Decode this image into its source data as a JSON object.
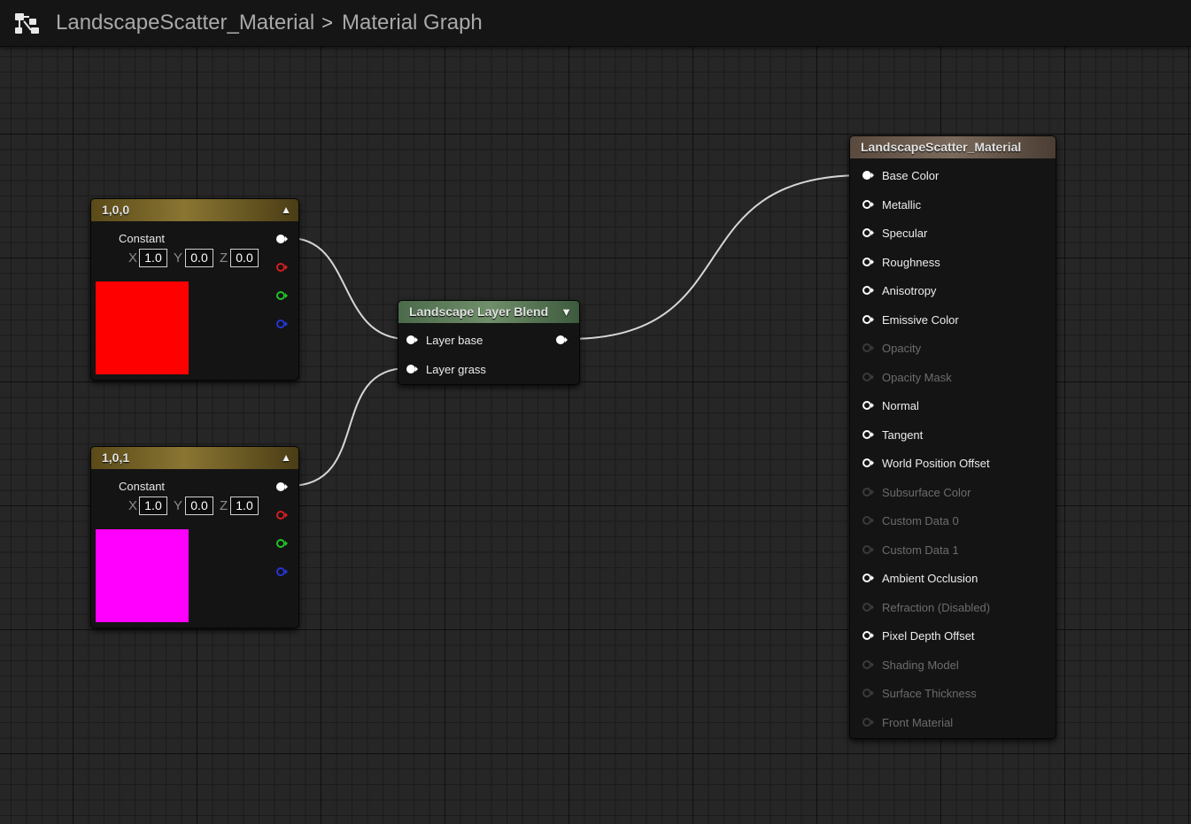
{
  "breadcrumb": {
    "material_name": "LandscapeScatter_Material",
    "graph_name": "Material Graph"
  },
  "nodes": {
    "constant_red": {
      "title": "1,0,0",
      "type_label": "Constant",
      "x": "1.0",
      "y": "0.0",
      "z": "0.0",
      "swatch_color": "#ff0000"
    },
    "constant_magenta": {
      "title": "1,0,1",
      "type_label": "Constant",
      "x": "1.0",
      "y": "0.0",
      "z": "1.0",
      "swatch_color": "#ff00ff"
    },
    "layer_blend": {
      "title": "Landscape Layer Blend",
      "inputs": [
        "Layer base",
        "Layer grass"
      ]
    },
    "material": {
      "title": "LandscapeScatter_Material",
      "inputs": [
        {
          "label": "Base Color",
          "enabled": true,
          "connected": true
        },
        {
          "label": "Metallic",
          "enabled": true,
          "connected": false
        },
        {
          "label": "Specular",
          "enabled": true,
          "connected": false
        },
        {
          "label": "Roughness",
          "enabled": true,
          "connected": false
        },
        {
          "label": "Anisotropy",
          "enabled": true,
          "connected": false
        },
        {
          "label": "Emissive Color",
          "enabled": true,
          "connected": false
        },
        {
          "label": "Opacity",
          "enabled": false,
          "connected": false
        },
        {
          "label": "Opacity Mask",
          "enabled": false,
          "connected": false
        },
        {
          "label": "Normal",
          "enabled": true,
          "connected": false
        },
        {
          "label": "Tangent",
          "enabled": true,
          "connected": false
        },
        {
          "label": "World Position Offset",
          "enabled": true,
          "connected": false
        },
        {
          "label": "Subsurface Color",
          "enabled": false,
          "connected": false
        },
        {
          "label": "Custom Data 0",
          "enabled": false,
          "connected": false
        },
        {
          "label": "Custom Data 1",
          "enabled": false,
          "connected": false
        },
        {
          "label": "Ambient Occlusion",
          "enabled": true,
          "connected": false
        },
        {
          "label": "Refraction (Disabled)",
          "enabled": false,
          "connected": false
        },
        {
          "label": "Pixel Depth Offset",
          "enabled": true,
          "connected": false
        },
        {
          "label": "Shading Model",
          "enabled": false,
          "connected": false
        },
        {
          "label": "Surface Thickness",
          "enabled": false,
          "connected": false
        },
        {
          "label": "Front Material",
          "enabled": false,
          "connected": false
        }
      ]
    }
  },
  "colors": {
    "pin_white": "#ffffff",
    "pin_red": "#d11f1f",
    "pin_green": "#22c322",
    "pin_blue": "#2436d6",
    "pin_disabled": "#3a3a3a"
  }
}
